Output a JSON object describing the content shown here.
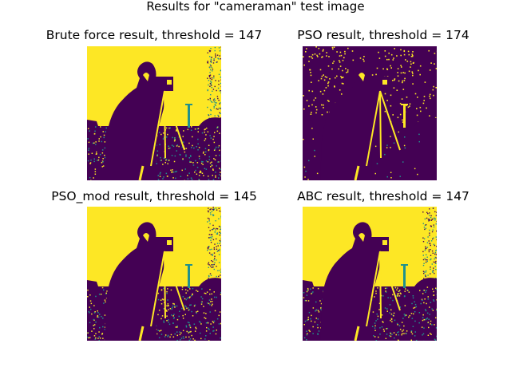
{
  "figure": {
    "title": "Results for \"cameraman\" test image",
    "panels": [
      {
        "title": "Brute force result, threshold = 147",
        "threshold": 147,
        "sky_noise": "low"
      },
      {
        "title": "PSO result, threshold = 174",
        "threshold": 174,
        "sky_noise": "high"
      },
      {
        "title": "PSO_mod result, threshold = 145",
        "threshold": 145,
        "sky_noise": "low"
      },
      {
        "title": "ABC result, threshold = 147",
        "threshold": 147,
        "sky_noise": "low"
      }
    ],
    "colors": {
      "foreground": "#fde725",
      "background": "#440154",
      "mid": "#21918c"
    },
    "colormap": "viridis"
  }
}
